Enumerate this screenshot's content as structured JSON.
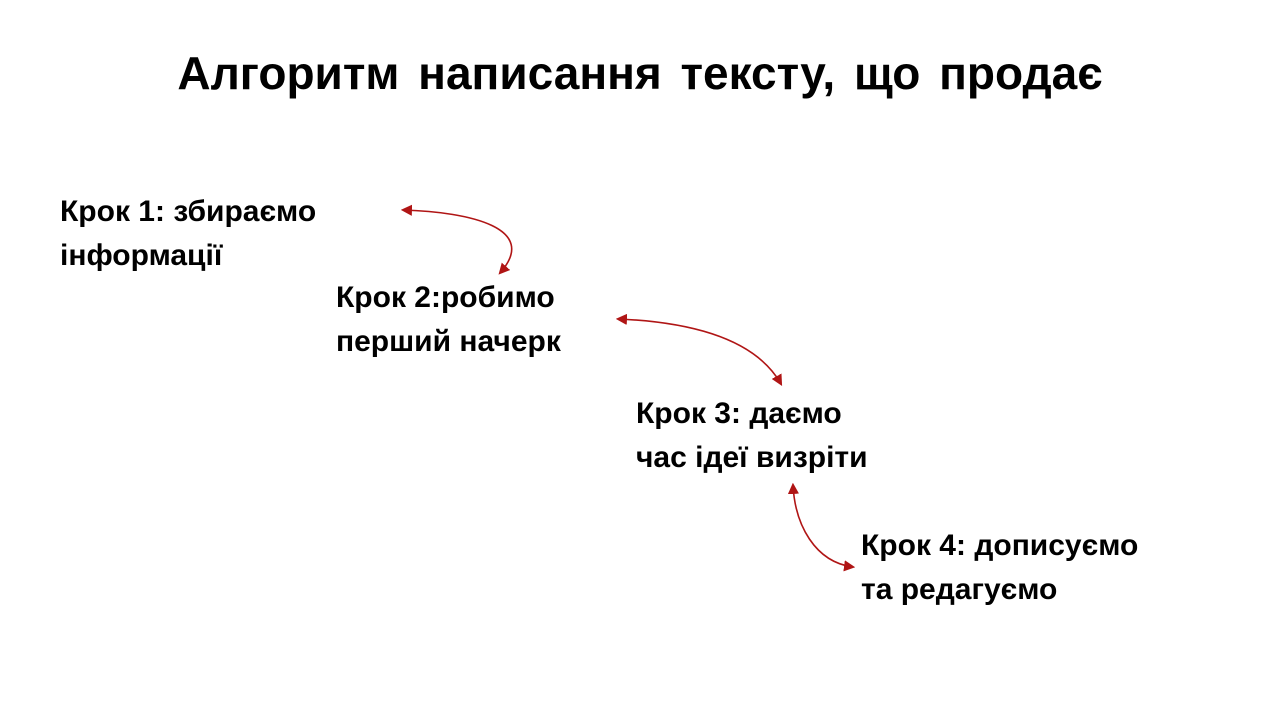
{
  "title": "Алгоритм написання тексту, що продає",
  "colors": {
    "text": "#000000",
    "arrow": "#b01515",
    "background": "#ffffff"
  },
  "steps": [
    {
      "line1": "Крок 1: збираємо",
      "line2": "інформації"
    },
    {
      "line1": "Крок 2:робимо",
      "line2": "перший начерк"
    },
    {
      "line1": "Крок 3: даємо",
      "line2": "час ідеї визріти"
    },
    {
      "line1": "Крок 4: дописуємо",
      "line2": "та редагуємо"
    }
  ]
}
